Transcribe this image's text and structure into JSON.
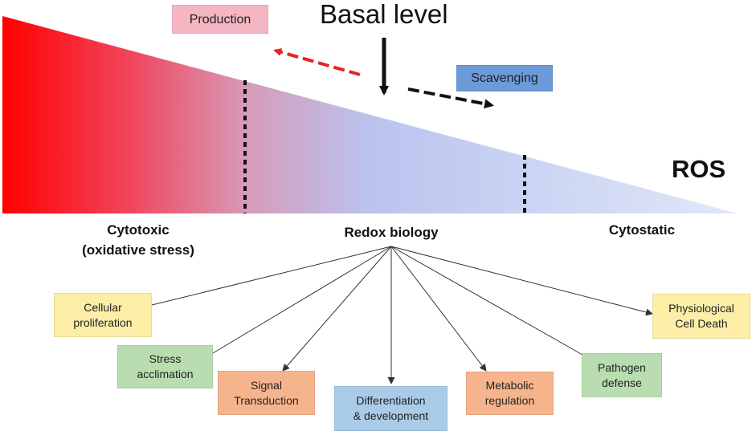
{
  "title": "Basal level",
  "axis_label": "ROS",
  "production_label": "Production",
  "scavenging_label": "Scavenging",
  "zones": {
    "cytotoxic": "Cytotoxic",
    "cytotoxic_sub": "(oxidative stress)",
    "redox": "Redox biology",
    "cytostatic": "Cytostatic"
  },
  "colors": {
    "gradient_start": "#ff0000",
    "gradient_mid": "#b9c4ee",
    "gradient_end": "#dde6f7",
    "production_box": "#f4b6c2",
    "scavenging_box": "#6b9bd8",
    "yellow_box": "#fdeea7",
    "green_box": "#b9ddb1",
    "orange_box": "#f6b48c",
    "blue_box": "#a9cbe8",
    "red_arrow": "#e52424",
    "dark_arrow": "#111111"
  },
  "processes": [
    {
      "id": "cellular-proliferation",
      "line1": "Cellular",
      "line2": "proliferation",
      "color": "yellow"
    },
    {
      "id": "stress-acclimation",
      "line1": "Stress",
      "line2": "acclimation",
      "color": "green"
    },
    {
      "id": "signal-transduction",
      "line1": "Signal",
      "line2": "Transduction",
      "color": "orange"
    },
    {
      "id": "differentiation-development",
      "line1": "Differentiation",
      "line2": "& development",
      "color": "blue"
    },
    {
      "id": "metabolic-regulation",
      "line1": "Metabolic",
      "line2": "regulation",
      "color": "orange"
    },
    {
      "id": "pathogen-defense",
      "line1": "Pathogen",
      "line2": "defense",
      "color": "green"
    },
    {
      "id": "physiological-cell-death",
      "line1": "Physiological",
      "line2": "Cell Death",
      "color": "yellow"
    }
  ]
}
